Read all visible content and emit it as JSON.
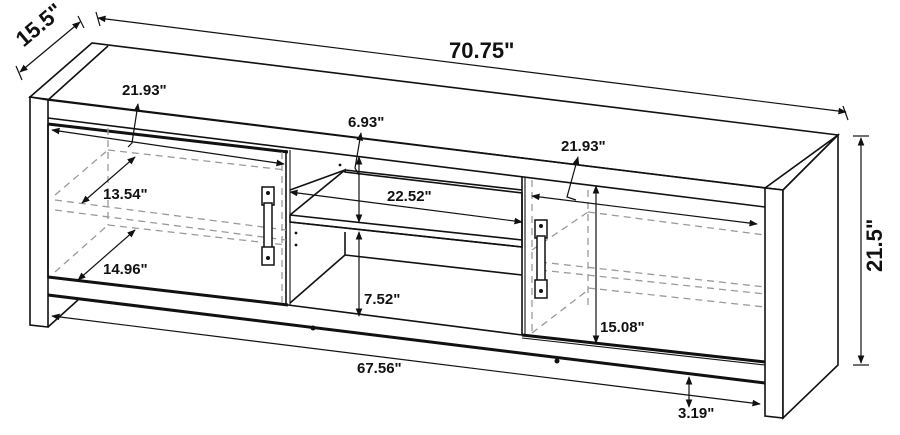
{
  "diagram": {
    "subject": "TV console / media stand dimension drawing",
    "units": "inches",
    "line_color": "#111111",
    "hidden_line_color": "#9a9a9a",
    "background": "#ffffff"
  },
  "dimensions": {
    "overall_width": "70.75\"",
    "overall_depth": "15.5\"",
    "overall_height": "21.5\"",
    "left_cabinet_width": "21.93\"",
    "right_cabinet_width": "21.93\"",
    "left_upper_depth": "13.54\"",
    "left_lower_depth": "14.96\"",
    "center_upper_height": "6.93\"",
    "center_shelf_width": "22.52\"",
    "center_lower_height": "7.52\"",
    "right_cabinet_height": "15.08\"",
    "base_width": "67.56\"",
    "base_clearance": "3.19\""
  }
}
